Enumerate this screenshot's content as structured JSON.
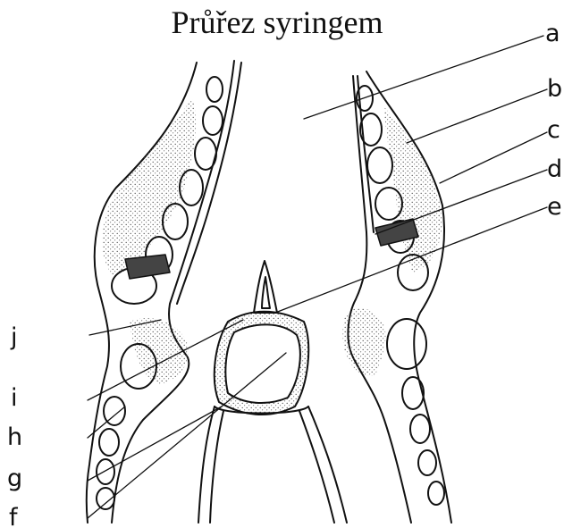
{
  "diagram": {
    "title": "Průřez syringem",
    "labels": {
      "a": "a",
      "b": "b",
      "c": "c",
      "d": "d",
      "e": "e",
      "f": "f",
      "g": "g",
      "h": "h",
      "i": "i",
      "j": "j"
    }
  },
  "colors": {
    "ink": "#111111",
    "background": "#ffffff",
    "stipple": "#777777"
  }
}
